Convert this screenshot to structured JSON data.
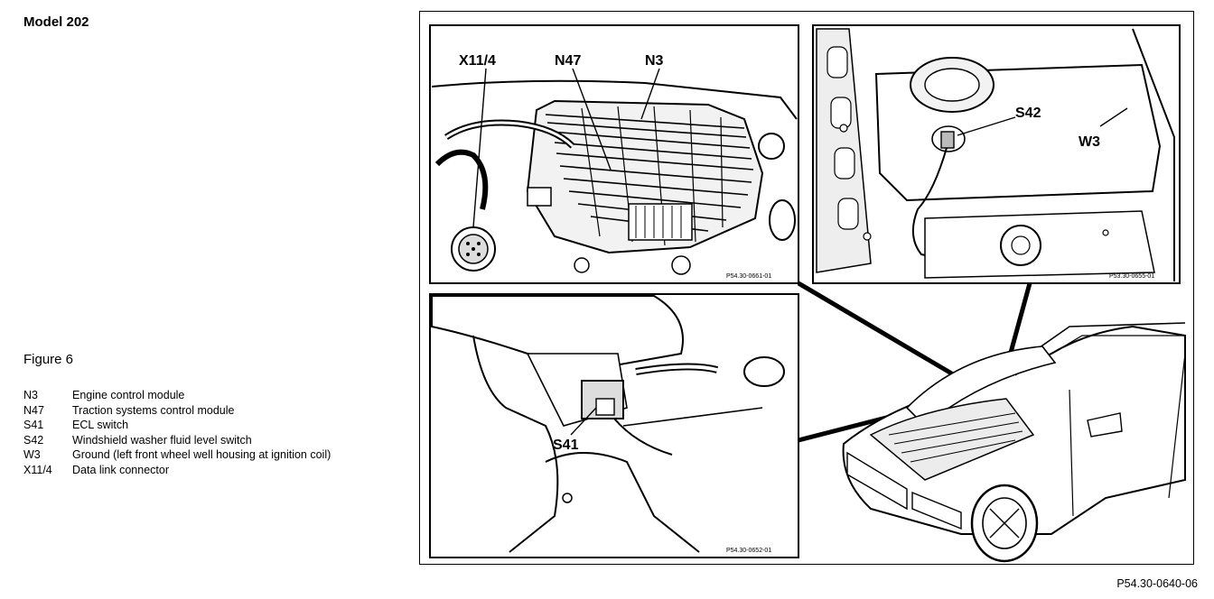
{
  "header": {
    "model": "Model 202"
  },
  "figure": {
    "title": "Figure 6"
  },
  "legend": [
    {
      "code": "N3",
      "description": "Engine control module"
    },
    {
      "code": "N47",
      "description": "Traction systems control module"
    },
    {
      "code": "S41",
      "description": "ECL switch"
    },
    {
      "code": "S42",
      "description": "Windshield washer fluid level switch"
    },
    {
      "code": "W3",
      "description": "Ground (left front wheel well housing at ignition coil)"
    },
    {
      "code": "X11/4",
      "description": "Data link connector"
    }
  ],
  "callouts": {
    "engine_panel": [
      "X11/4",
      "N47",
      "N3"
    ],
    "washer_panel": [
      "S42",
      "W3"
    ],
    "ecl_panel": [
      "S41"
    ]
  },
  "panel_refs": {
    "engine_panel": "P54.30-0661-01",
    "washer_panel": "P53.30-0655-01",
    "ecl_panel": "P54.30-0652-01"
  },
  "figure_ref": "P54.30-0640-06"
}
